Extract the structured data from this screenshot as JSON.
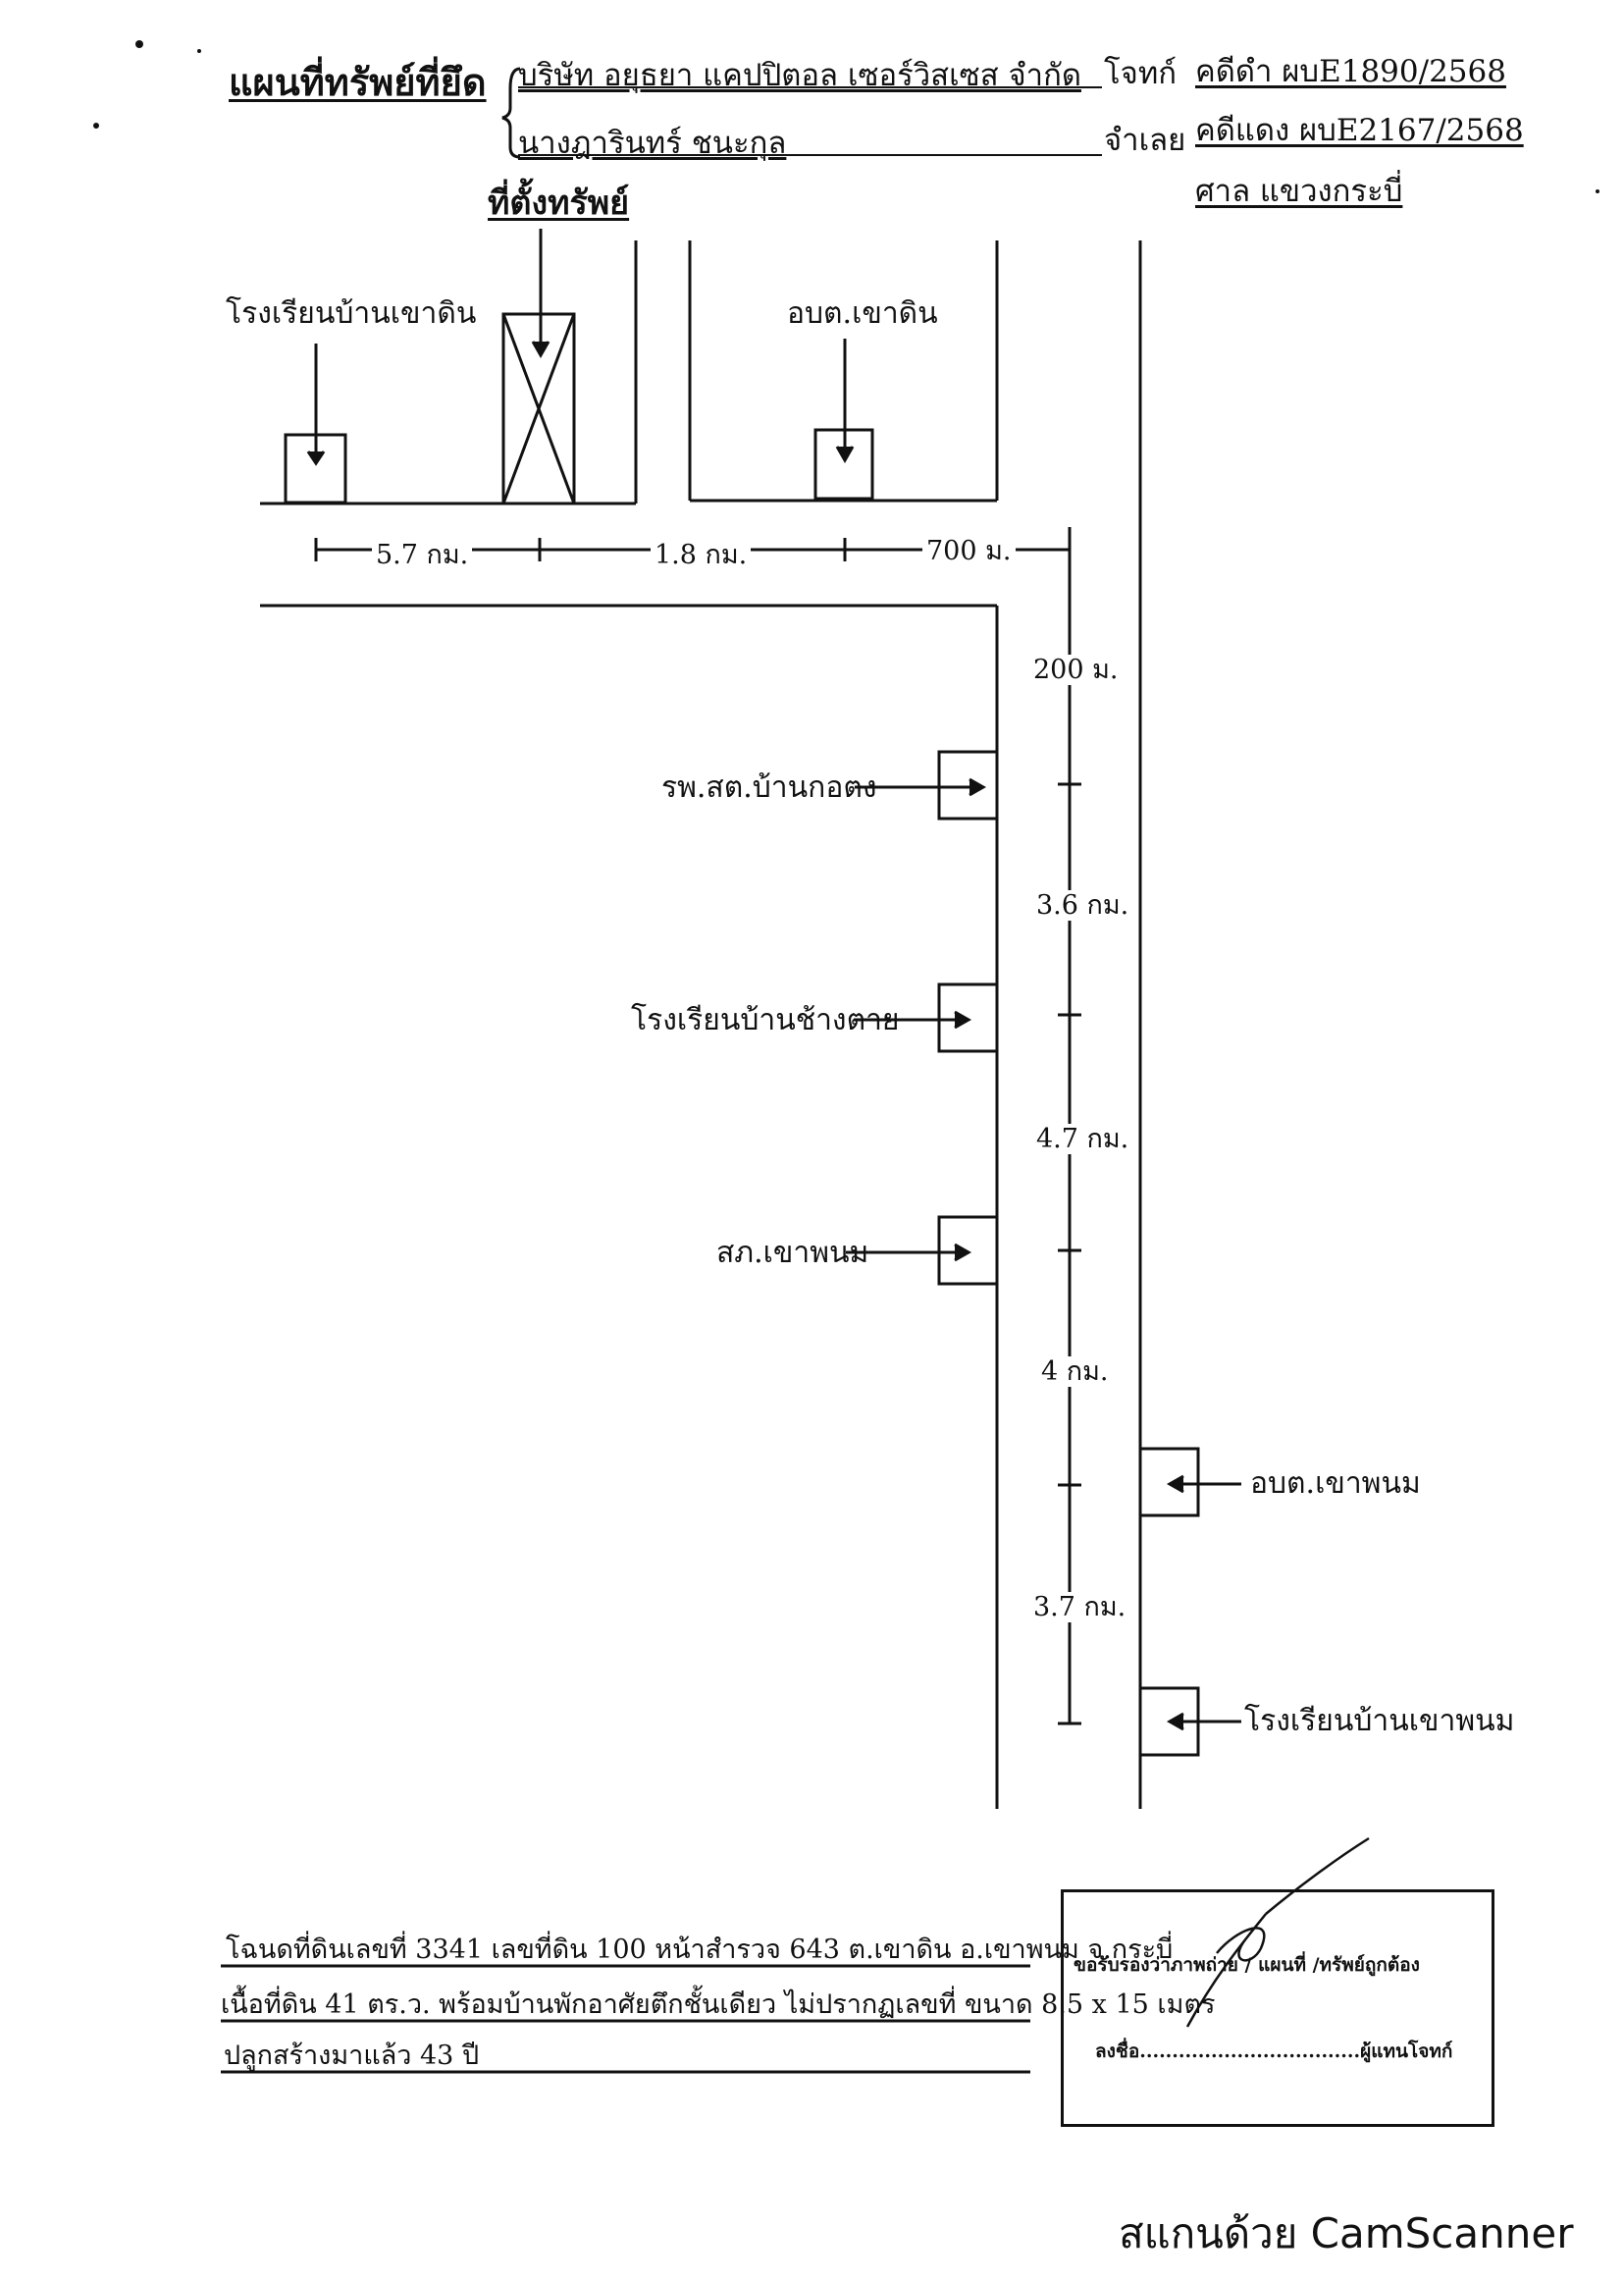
{
  "header": {
    "title": "แผนที่ทรัพย์ที่ยึด",
    "plaintiff_name": "บริษัท อยุธยา แคปปิตอล เซอร์วิสเซส จำกัด",
    "plaintiff_role": "โจทก์",
    "defendant_name": "นางฎารินทร์ ชนะกุล",
    "defendant_role": "จำเลย",
    "black_case": "คดีดำ ผบE1890/2568",
    "red_case": "คดีแดง ผบE2167/2568",
    "court": "ศาล แขวงกระบี่"
  },
  "map": {
    "property_label": "ที่ตั้งทรัพย์",
    "landmarks": {
      "school_khao_din": "โรงเรียนบ้านเขาดิน",
      "sao_khao_din": "อบต.เขาดิน",
      "rph_ban_ko_tong": "รพ.สต.บ้านกอตง",
      "school_chang_tai": "โรงเรียนบ้านช้างตาย",
      "police_khao_phanom": "สภ.เขาพนม",
      "sao_khao_phanom": "อบต.เขาพนม",
      "school_khao_phanom": "โรงเรียนบ้านเขาพนม"
    },
    "distances": {
      "d1": "5.7 กม.",
      "d2": "1.8 กม.",
      "d3": "700 ม.",
      "d4": "200 ม.",
      "d5": "3.6 กม.",
      "d6": "4.7 กม.",
      "d7": "4 กม.",
      "d8": "3.7 กม."
    }
  },
  "footer": {
    "line1": "โฉนดที่ดินเลขที่ 3341 เลขที่ดิน 100 หน้าสำรวจ 643 ต.เขาดิน อ.เขาพนม จ.กระบี่",
    "line2": "เนื้อที่ดิน 41 ตร.ว. พร้อมบ้านพักอาศัยตึกชั้นเดียว ไม่ปรากฏเลขที่ ขนาด 8.5 x 15 เมตร",
    "line3": "ปลูกสร้างมาแล้ว 43 ปี"
  },
  "certification": {
    "statement": "ขอรับรองว่าภาพถ่าย / แผนที่ /ทรัพย์ถูกต้อง",
    "sign_line": "ลงชื่อ..................................ผู้แทนโจทก์"
  },
  "watermark": "สแกนด้วย CamScanner"
}
